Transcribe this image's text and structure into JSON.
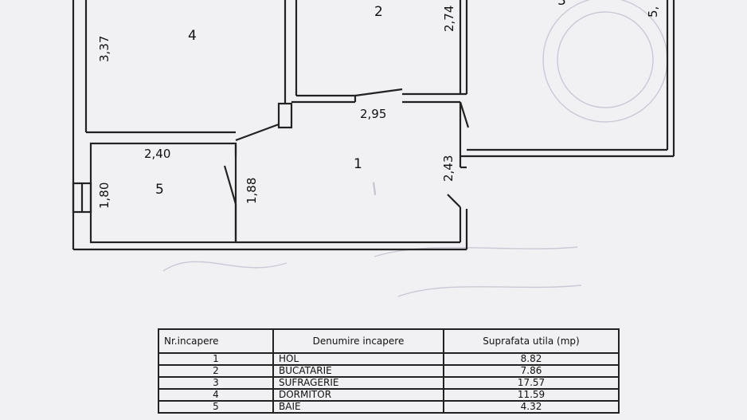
{
  "rooms": [
    {
      "number": "1",
      "name": "HOL",
      "area": "8.82"
    },
    {
      "number": "2",
      "name": "BUCATARIE",
      "area": "7.86"
    },
    {
      "number": "3",
      "name": "SUFRAGERIE",
      "area": "17.57"
    },
    {
      "number": "4",
      "name": "DORMITOR",
      "area": "11.59"
    },
    {
      "number": "5",
      "name": "BAIE",
      "area": "4.32"
    }
  ],
  "dimensions": {
    "room4_height": "3,37",
    "room2_height": "2,74",
    "room3_height": "5,",
    "hall_door_width": "2,95",
    "room5_width": "2,40",
    "room5_height": "1,80",
    "hall_left_height": "1,88",
    "hall_right_height": "2,43"
  },
  "table": {
    "col_number_header": "Nr.incapere",
    "col_name_header": "Denumire incapere",
    "col_area_header": "Suprafata utila (mp)"
  }
}
